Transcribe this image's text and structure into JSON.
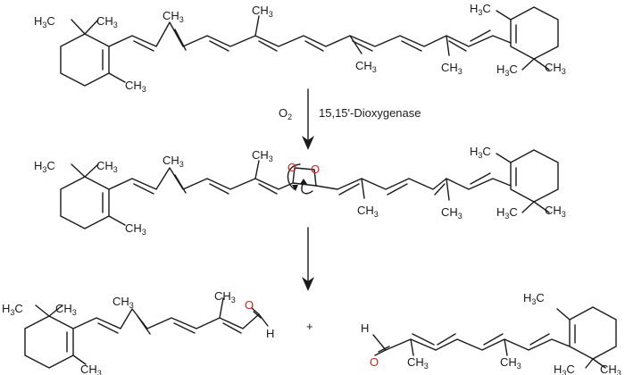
{
  "reagent": {
    "main": "O",
    "subscript": "2",
    "color": "#d42020"
  },
  "enzyme": "15,15'-Dioxygenase",
  "plus": "+",
  "labels": {
    "h3c": "H",
    "h3c_tail": "C",
    "ch3_c": "CH",
    "three": "3",
    "oxygen": "O",
    "hydrogen": "H"
  }
}
